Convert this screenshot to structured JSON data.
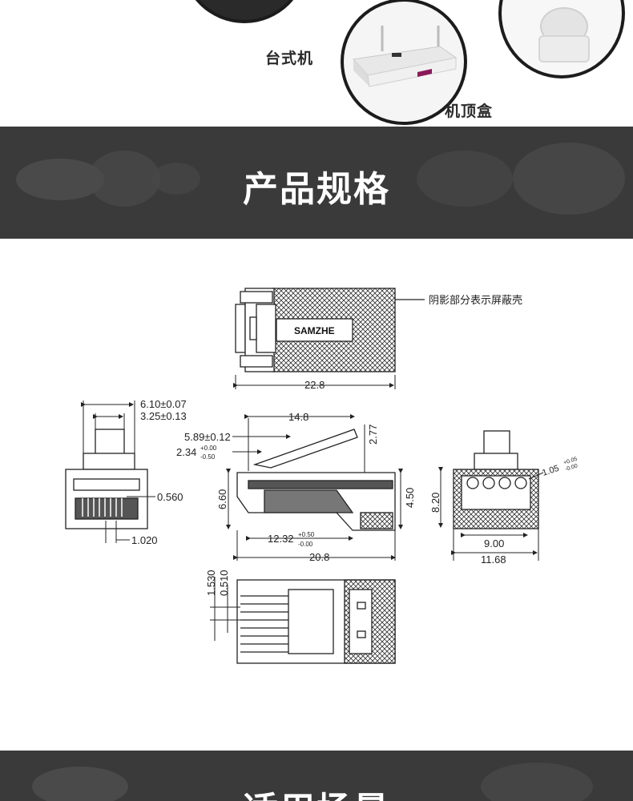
{
  "top": {
    "labels": [
      "台式机",
      "机顶盒"
    ]
  },
  "spec_header": {
    "title": "产品规格"
  },
  "drawing": {
    "brand": "SAMZHE",
    "shield_note": "阴影部分表示屏蔽壳",
    "dims": {
      "d228": "22.8",
      "d610": "6.10±0.07",
      "d325": "3.25±0.13",
      "d0560": "0.560",
      "d1020": "1.020",
      "d148": "14.8",
      "d589": "5.89±0.12",
      "d234": "2.34",
      "d234_up": "+0.00",
      "d234_dn": "-0.50",
      "d277": "2.77",
      "d660": "6.60",
      "d450": "4.50",
      "d1232": "12.32",
      "d1232_up": "+0.50",
      "d1232_dn": "-0.00",
      "d208": "20.8",
      "d820": "8.20",
      "d105": "1.05",
      "d105_up": "+0.05",
      "d105_dn": "-0.00",
      "d900": "9.00",
      "d1168": "11.68",
      "d1530": "1.530",
      "d0510": "0.510"
    }
  },
  "next_header": {
    "title": "适用场景"
  }
}
